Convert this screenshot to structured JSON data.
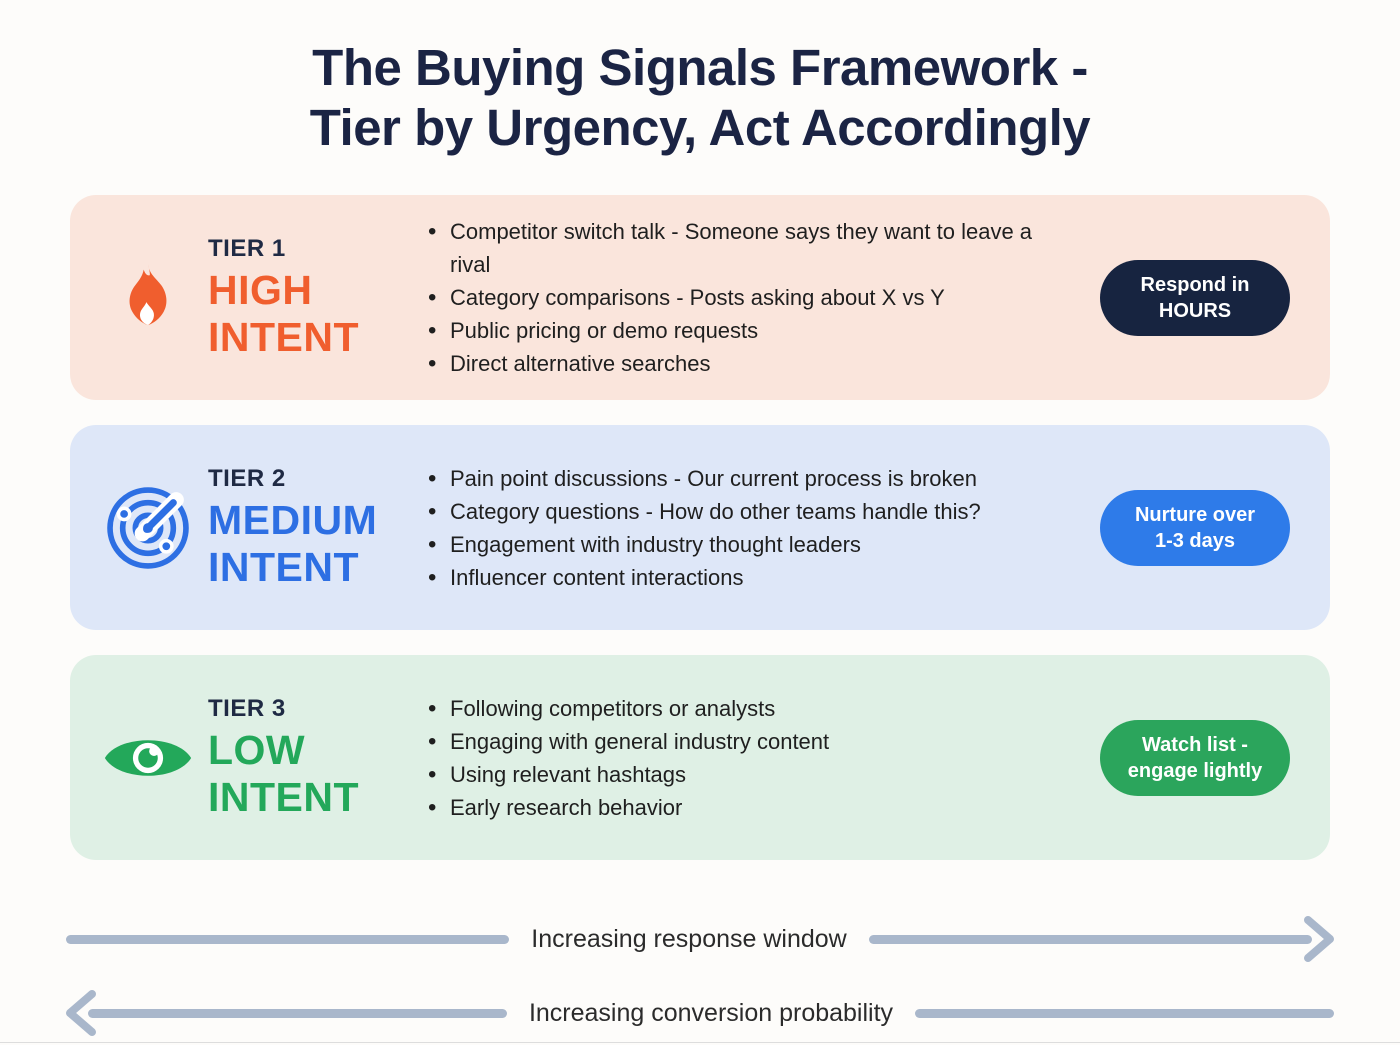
{
  "title": {
    "line1": "The Buying Signals Framework -",
    "line2": "Tier by Urgency, Act Accordingly"
  },
  "tiers": [
    {
      "label": "TIER 1",
      "name": "HIGH INTENT",
      "icon": "flame-icon",
      "bullets": [
        "Competitor switch talk - Someone says they want to leave a rival",
        "Category comparisons - Posts asking about X vs Y",
        "Public pricing or demo requests",
        "Direct alternative searches"
      ],
      "action_line1": "Respond in",
      "action_line2": "HOURS",
      "colors": {
        "card_bg": "#FAE5DC",
        "accent": "#F05E2E",
        "pill_bg": "#172440",
        "pill_text": "#FFFFFF"
      }
    },
    {
      "label": "TIER 2",
      "name": "MEDIUM INTENT",
      "icon": "radar-icon",
      "bullets": [
        "Pain point discussions - Our current process is broken",
        "Category questions - How do other teams handle this?",
        "Engagement with industry thought leaders",
        "Influencer content interactions"
      ],
      "action_line1": "Nurture over",
      "action_line2": "1-3 days",
      "colors": {
        "card_bg": "#DEE7F8",
        "accent": "#2D6FE3",
        "pill_bg": "#2E7BE9",
        "pill_text": "#FFFFFF"
      }
    },
    {
      "label": "TIER 3",
      "name": "LOW INTENT",
      "icon": "eye-icon",
      "bullets": [
        "Following competitors or analysts",
        "Engaging with general industry content",
        "Using relevant hashtags",
        "Early research behavior"
      ],
      "action_line1": "Watch list -",
      "action_line2": "engage lightly",
      "colors": {
        "card_bg": "#DFF0E5",
        "accent": "#23A85A",
        "pill_bg": "#2BA55C",
        "pill_text": "#FFFFFF"
      }
    }
  ],
  "axes": [
    {
      "label": "Increasing response window",
      "direction": "right"
    },
    {
      "label": "Increasing conversion probability",
      "direction": "left"
    }
  ],
  "colors": {
    "page_bg": "#FDFCFA",
    "title_text": "#1B2444",
    "bullet_text": "#1F1F1F",
    "arrow": "#A9B7CB"
  }
}
